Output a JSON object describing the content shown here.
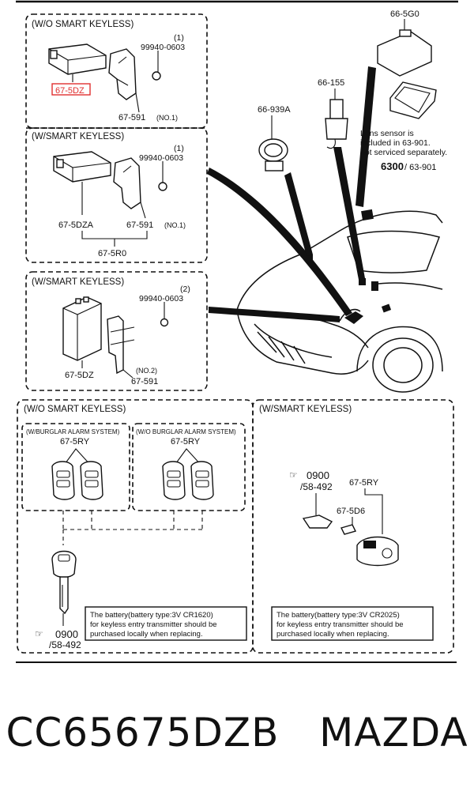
{
  "diagram": {
    "sections": {
      "wo_smart_top": "(W/O SMART KEYLESS)",
      "w_smart_mid": "(W/SMART KEYLESS)",
      "w_smart_low": "(W/SMART KEYLESS)",
      "wo_smart_bottom": "(W/O SMART KEYLESS)",
      "w_smart_bottom": "(W/SMART KEYLESS)",
      "burglar": "(W/BURGLAR ALARM SYSTEM)",
      "no_burglar": "(W/O BURGLAR ALARM SYSTEM)"
    },
    "parts": {
      "p_675dz_top": "67-5DZ",
      "p_99940_top": "99940-0603",
      "p_qty1_top": "(1)",
      "p_67591_top": "67-591",
      "p_no1_top": "(NO.1)",
      "p_99940_mid": "99940-0603",
      "p_qty1_mid": "(1)",
      "p_675dza": "67-5DZA",
      "p_67591_mid": "67-591",
      "p_no1_mid": "(NO.1)",
      "p_675r0": "67-5R0",
      "p_99940_low": "99940-0603",
      "p_qty2_low": "(2)",
      "p_675dz_low": "67-5DZ",
      "p_no2_low": "(NO.2)",
      "p_67591_low": "67-591",
      "p_665g0": "66-5G0",
      "p_66155": "66-155",
      "p_66939a": "66-939A",
      "lens_1": "Lens sensor is",
      "lens_2": "included in 63-901.",
      "lens_3": "not serviced separately.",
      "ref_6300": "6300",
      "ref_63901": "/ 63-901",
      "p_675ry_a": "67-5RY",
      "p_675ry_b": "67-5RY",
      "ref_0900_left": "0900",
      "ref_58492_left": "/58-492",
      "ref_0900_right": "0900",
      "ref_58492_right": "/58-492",
      "p_675ry_c": "67-5RY",
      "p_675d6": "67-5D6"
    },
    "notes": {
      "left_1": "The battery(battery type:3V CR1620)",
      "left_2": "for keyless entry transmitter should be",
      "left_3": "purchased locally when replacing.",
      "right_1": "The battery(battery type:3V CR2025)",
      "right_2": "for keyless entry transmitter should be",
      "right_3": "purchased locally when replacing."
    },
    "highlight_color": "#e03030"
  },
  "caption": {
    "part_number": "CC65675DZB",
    "brand": "MAZDA"
  }
}
